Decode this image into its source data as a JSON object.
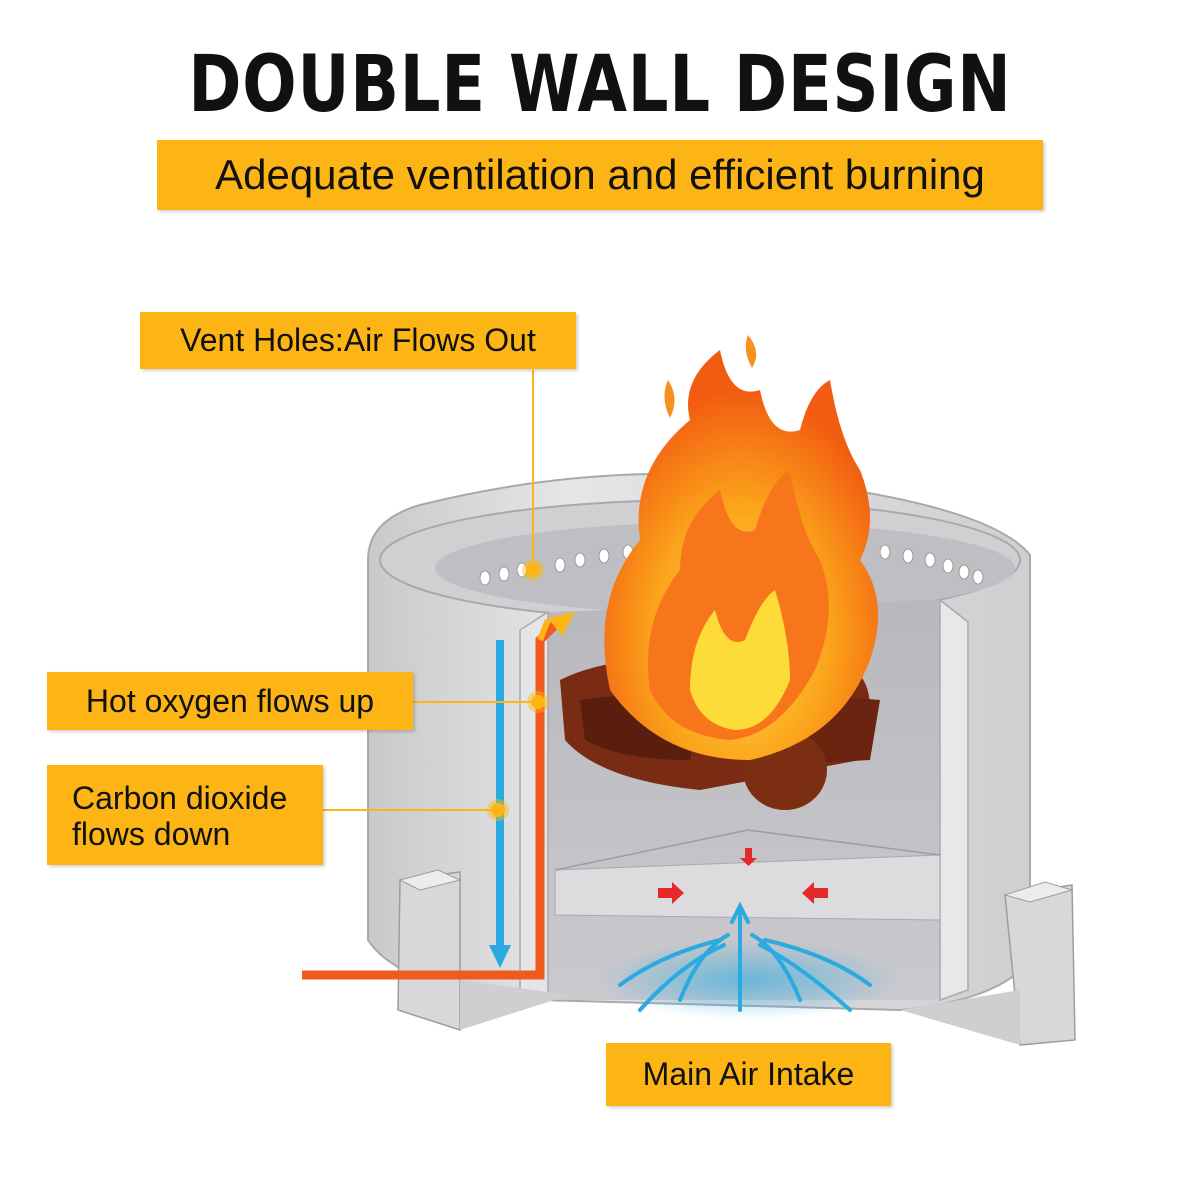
{
  "title": "DOUBLE WALL DESIGN",
  "subtitle": "Adequate ventilation and efficient burning",
  "labels": {
    "vent_holes": "Vent Holes:Air Flows Out",
    "hot_oxygen": "Hot oxygen flows up",
    "co2_line1": "Carbon dioxide",
    "co2_line2": "flows down",
    "main_air": "Main Air Intake"
  },
  "colors": {
    "label_bg": "#fdb515",
    "hot_flow": "#f05a1a",
    "cold_flow": "#29abe2",
    "steel": "#d9d9db",
    "leader": "#fdb515"
  }
}
